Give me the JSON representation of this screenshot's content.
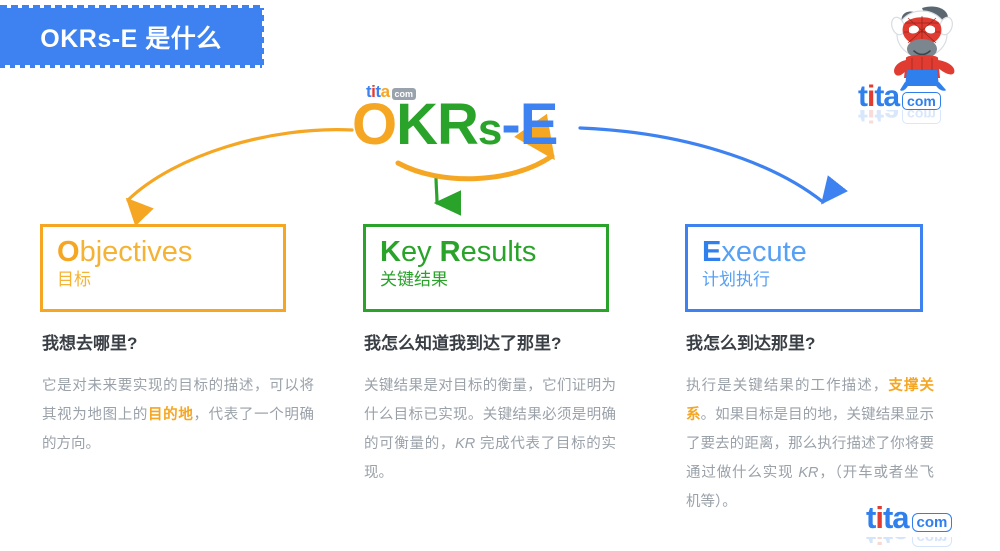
{
  "slide": {
    "title": "OKRs-E 是什么",
    "background_color": "#ffffff"
  },
  "colors": {
    "blue": "#3d82f0",
    "orange": "#f5a623",
    "green": "#2aa32a",
    "red": "#e03c31",
    "body_text": "#9aa1a9",
    "heading_text": "#3a3f45"
  },
  "brand": {
    "mini_logo": {
      "t1": "t",
      "i": "i",
      "t2": "t",
      "a": "a",
      "com": "com"
    },
    "okrse": {
      "o": "O",
      "kr": "KR",
      "s": "s",
      "dash": "-",
      "e": "E"
    }
  },
  "mascot": {
    "icon_name": "tita-mascot-icon",
    "logo": {
      "t1": "t",
      "i": "i",
      "t2": "t",
      "a": "a",
      "com": "com"
    }
  },
  "footer_logo": {
    "t1": "t",
    "i": "i",
    "t2": "t",
    "a": "a",
    "com": "com"
  },
  "columns": [
    {
      "key": "objectives",
      "box_title_cap": "O",
      "box_title_rest": "bjectives",
      "box_subtitle": "目标",
      "question": "我想去哪里?",
      "body_part1": "它是对未来要实现的目标的描述，可以将其视为地图上的",
      "body_highlight": "目的地",
      "body_part2": "，代表了一个明确的方向。",
      "accent_color": "#f5a623",
      "arrow_name": "objectives-arrow"
    },
    {
      "key": "keyresults",
      "box_title_cap": "K",
      "box_title_mid": "ey ",
      "box_title_cap2": "R",
      "box_title_rest": "esults",
      "box_subtitle": "关键结果",
      "question": "我怎么知道我到达了那里?",
      "body_part1": "关键结果是对目标的衡量，它们证明为什么目标已实现。关键结果必须是明确的可衡量的，",
      "body_italic": "KR",
      "body_part2": " 完成代表了目标的实现。",
      "accent_color": "#2aa32a",
      "arrow_name": "keyresults-arrow"
    },
    {
      "key": "execute",
      "box_title_cap": "E",
      "box_title_rest": "xecute",
      "box_subtitle": "计划执行",
      "question": "我怎么到达那里?",
      "body_part1": "执行是关键结果的工作描述，",
      "body_highlight": "支撑关系",
      "body_part2": "。如果目标是目的地，关键结果显示了要去的距离，那么执行描述了你将要通过做什么实现 ",
      "body_italic": "KR",
      "body_part3": "，（开车或者坐飞机等）。",
      "accent_color": "#3d82f0",
      "arrow_name": "execute-arrow"
    }
  ]
}
